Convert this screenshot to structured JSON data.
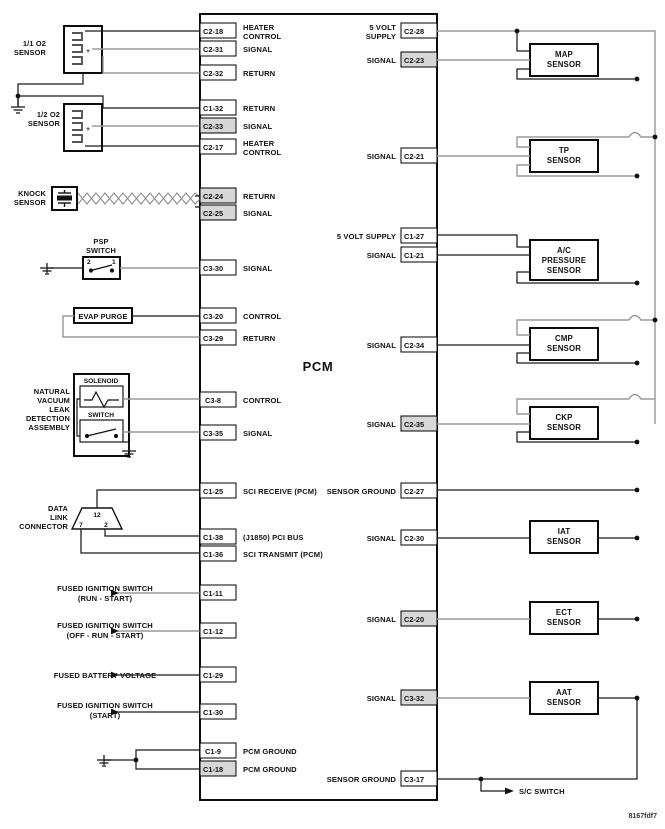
{
  "diagram": {
    "title": "PCM",
    "footer_code": "8167fdf7",
    "module_label": "PCM"
  },
  "left_components": [
    {
      "name": "o2-sensor-upstream",
      "label_lines": [
        "1/1 O2",
        "SENSOR"
      ],
      "plus": "+"
    },
    {
      "name": "o2-sensor-downstream",
      "label_lines": [
        "1/2 O2",
        "SENSOR"
      ],
      "plus": "+"
    },
    {
      "name": "knock-sensor",
      "label_lines": [
        "KNOCK",
        "SENSOR"
      ]
    },
    {
      "name": "psp-switch",
      "label_lines": [
        "PSP",
        "SWITCH"
      ],
      "pin_left": "2",
      "pin_right": "1"
    },
    {
      "name": "evap-purge",
      "label_lines": [
        "EVAP PURGE"
      ]
    },
    {
      "name": "nvld-assembly",
      "label_lines": [
        "NATURAL",
        "VACUUM",
        "LEAK",
        "DETECTION",
        "ASSEMBLY"
      ],
      "sub_solenoid": "SOLENOID",
      "sub_switch": "SWITCH"
    },
    {
      "name": "data-link-connector",
      "label_lines": [
        "DATA",
        "LINK",
        "CONNECTOR"
      ],
      "pins": [
        "12",
        "7",
        "2"
      ]
    }
  ],
  "left_sources": [
    {
      "name": "fused-ignition-run-start",
      "lines": [
        "FUSED IGNITION SWITCH",
        "(RUN - START)"
      ]
    },
    {
      "name": "fused-ignition-off-run-start",
      "lines": [
        "FUSED IGNITION SWITCH",
        "(OFF - RUN - START)"
      ]
    },
    {
      "name": "fused-battery-voltage",
      "lines": [
        "FUSED BATTERY VOLTAGE"
      ]
    },
    {
      "name": "fused-ignition-start",
      "lines": [
        "FUSED IGNITION SWITCH",
        "(START)"
      ]
    }
  ],
  "left_pins": [
    {
      "pin": "C2-18",
      "fn_lines": [
        "HEATER",
        "CONTROL"
      ],
      "shaded": false
    },
    {
      "pin": "C2-31",
      "fn_lines": [
        "SIGNAL"
      ],
      "shaded": false
    },
    {
      "pin": "C2-32",
      "fn_lines": [
        "RETURN"
      ],
      "shaded": false
    },
    {
      "pin": "C1-32",
      "fn_lines": [
        "RETURN"
      ],
      "shaded": false
    },
    {
      "pin": "C2-33",
      "fn_lines": [
        "SIGNAL"
      ],
      "shaded": true
    },
    {
      "pin": "C2-17",
      "fn_lines": [
        "HEATER",
        "CONTROL"
      ],
      "shaded": false
    },
    {
      "pin": "C2-24",
      "fn_lines": [
        "RETURN"
      ],
      "shaded": true
    },
    {
      "pin": "C2-25",
      "fn_lines": [
        "SIGNAL"
      ],
      "shaded": true
    },
    {
      "pin": "C3-30",
      "fn_lines": [
        "SIGNAL"
      ],
      "shaded": false
    },
    {
      "pin": "C3-20",
      "fn_lines": [
        "CONTROL"
      ],
      "shaded": false
    },
    {
      "pin": "C3-29",
      "fn_lines": [
        "RETURN"
      ],
      "shaded": false
    },
    {
      "pin": "C3-8",
      "fn_lines": [
        "CONTROL"
      ],
      "shaded": false
    },
    {
      "pin": "C3-35",
      "fn_lines": [
        "SIGNAL"
      ],
      "shaded": false
    },
    {
      "pin": "C1-25",
      "fn_lines": [
        "SCI RECEIVE (PCM)"
      ],
      "shaded": false
    },
    {
      "pin": "C1-38",
      "fn_lines": [
        "(J1850) PCI BUS"
      ],
      "shaded": false
    },
    {
      "pin": "C1-36",
      "fn_lines": [
        "SCI TRANSMIT (PCM)"
      ],
      "shaded": false
    },
    {
      "pin": "C1-11",
      "fn_lines": [],
      "shaded": false
    },
    {
      "pin": "C1-12",
      "fn_lines": [],
      "shaded": false
    },
    {
      "pin": "C1-29",
      "fn_lines": [],
      "shaded": false
    },
    {
      "pin": "C1-30",
      "fn_lines": [],
      "shaded": false
    },
    {
      "pin": "C1-9",
      "fn_lines": [
        "PCM GROUND"
      ],
      "shaded": false
    },
    {
      "pin": "C1-18",
      "fn_lines": [
        "PCM GROUND"
      ],
      "shaded": true
    }
  ],
  "right_pins": [
    {
      "pin": "C2-28",
      "fn_lines": [
        "5 VOLT",
        "SUPPLY"
      ],
      "shaded": false
    },
    {
      "pin": "C2-23",
      "fn_lines": [
        "SIGNAL"
      ],
      "shaded": true
    },
    {
      "pin": "C2-21",
      "fn_lines": [
        "SIGNAL"
      ],
      "shaded": false
    },
    {
      "pin": "C1-27",
      "fn_lines": [
        "5 VOLT SUPPLY"
      ],
      "shaded": false
    },
    {
      "pin": "C1-21",
      "fn_lines": [
        "SIGNAL"
      ],
      "shaded": false
    },
    {
      "pin": "C2-34",
      "fn_lines": [
        "SIGNAL"
      ],
      "shaded": false
    },
    {
      "pin": "C2-35",
      "fn_lines": [
        "SIGNAL"
      ],
      "shaded": true
    },
    {
      "pin": "C2-27",
      "fn_lines": [
        "SENSOR GROUND"
      ],
      "shaded": false
    },
    {
      "pin": "C2-30",
      "fn_lines": [
        "SIGNAL"
      ],
      "shaded": false
    },
    {
      "pin": "C2-20",
      "fn_lines": [
        "SIGNAL"
      ],
      "shaded": true
    },
    {
      "pin": "C3-32",
      "fn_lines": [
        "SIGNAL"
      ],
      "shaded": true
    },
    {
      "pin": "C3-17",
      "fn_lines": [
        "SENSOR GROUND"
      ],
      "shaded": false
    }
  ],
  "right_sensors": [
    {
      "name": "map-sensor",
      "lines": [
        "MAP",
        "SENSOR"
      ],
      "wires": 3
    },
    {
      "name": "tp-sensor",
      "lines": [
        "TP",
        "SENSOR"
      ],
      "wires": 3
    },
    {
      "name": "ac-pressure-sensor",
      "lines": [
        "A/C",
        "PRESSURE",
        "SENSOR"
      ],
      "wires": 3
    },
    {
      "name": "cmp-sensor",
      "lines": [
        "CMP",
        "SENSOR"
      ],
      "wires": 3
    },
    {
      "name": "ckp-sensor",
      "lines": [
        "CKP",
        "SENSOR"
      ],
      "wires": 3
    },
    {
      "name": "iat-sensor",
      "lines": [
        "IAT",
        "SENSOR"
      ],
      "wires": 2
    },
    {
      "name": "ect-sensor",
      "lines": [
        "ECT",
        "SENSOR"
      ],
      "wires": 2
    },
    {
      "name": "aat-sensor",
      "lines": [
        "AAT",
        "SENSOR"
      ],
      "wires": 2
    }
  ],
  "right_destinations": [
    {
      "name": "sc-switch",
      "label": "S/C SWITCH"
    }
  ],
  "colors": {
    "wire_dark": "#1a1a1a",
    "wire_gray": "#9a9a9a",
    "pin_shaded": "#d7d7d7",
    "background": "#ffffff",
    "text": "#111111"
  }
}
